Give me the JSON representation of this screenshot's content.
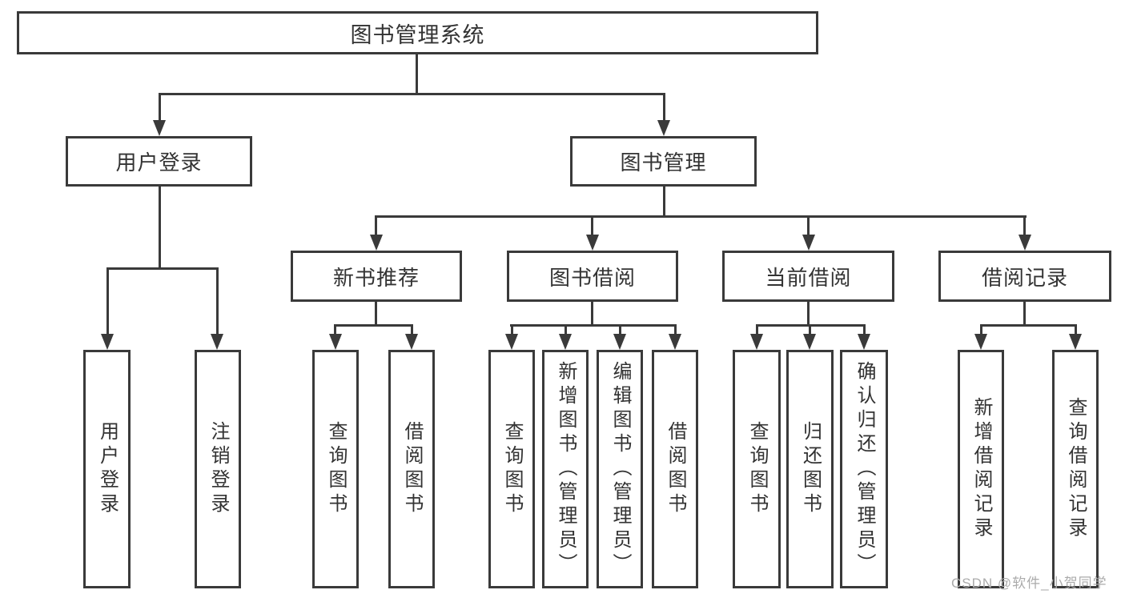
{
  "diagram_title": "图书管理系统",
  "nodes": {
    "root": {
      "label": "图书管理系统"
    },
    "user_login": {
      "label": "用户登录"
    },
    "book_mgmt": {
      "label": "图书管理"
    },
    "new_book_rec": {
      "label": "新书推荐"
    },
    "book_borrow": {
      "label": "图书借阅"
    },
    "current_borrow": {
      "label": "当前借阅"
    },
    "borrow_records": {
      "label": "借阅记录"
    },
    "leaf_user_login": {
      "label": "用户登录"
    },
    "leaf_logout": {
      "label": "注销登录"
    },
    "leaf_rec_query": {
      "label": "查询图书"
    },
    "leaf_rec_borrow": {
      "label": "借阅图书"
    },
    "leaf_bb_query": {
      "label": "查询图书"
    },
    "leaf_bb_add": {
      "label": "新增图书（管理员）"
    },
    "leaf_bb_edit": {
      "label": "编辑图书（管理员）"
    },
    "leaf_bb_borrow": {
      "label": "借阅图书"
    },
    "leaf_cb_query": {
      "label": "查询图书"
    },
    "leaf_cb_return": {
      "label": "归还图书"
    },
    "leaf_cb_confirm": {
      "label": "确认归还（管理员）"
    },
    "leaf_br_add": {
      "label": "新增借阅记录"
    },
    "leaf_br_query": {
      "label": "查询借阅记录"
    }
  },
  "hierarchy": {
    "图书管理系统": {
      "用户登录": [
        "用户登录",
        "注销登录"
      ],
      "图书管理": {
        "新书推荐": [
          "查询图书",
          "借阅图书"
        ],
        "图书借阅": [
          "查询图书",
          "新增图书（管理员）",
          "编辑图书（管理员）",
          "借阅图书"
        ],
        "当前借阅": [
          "查询图书",
          "归还图书",
          "确认归还（管理员）"
        ],
        "借阅记录": [
          "新增借阅记录",
          "查询借阅记录"
        ]
      }
    }
  },
  "watermark": {
    "text": "CSDN @软件_小贺同学"
  },
  "colors": {
    "line": "#3a3a3a",
    "text": "#333333",
    "box_background": "#ffffff",
    "page_background": "#ffffff",
    "watermark": "#ababab"
  }
}
